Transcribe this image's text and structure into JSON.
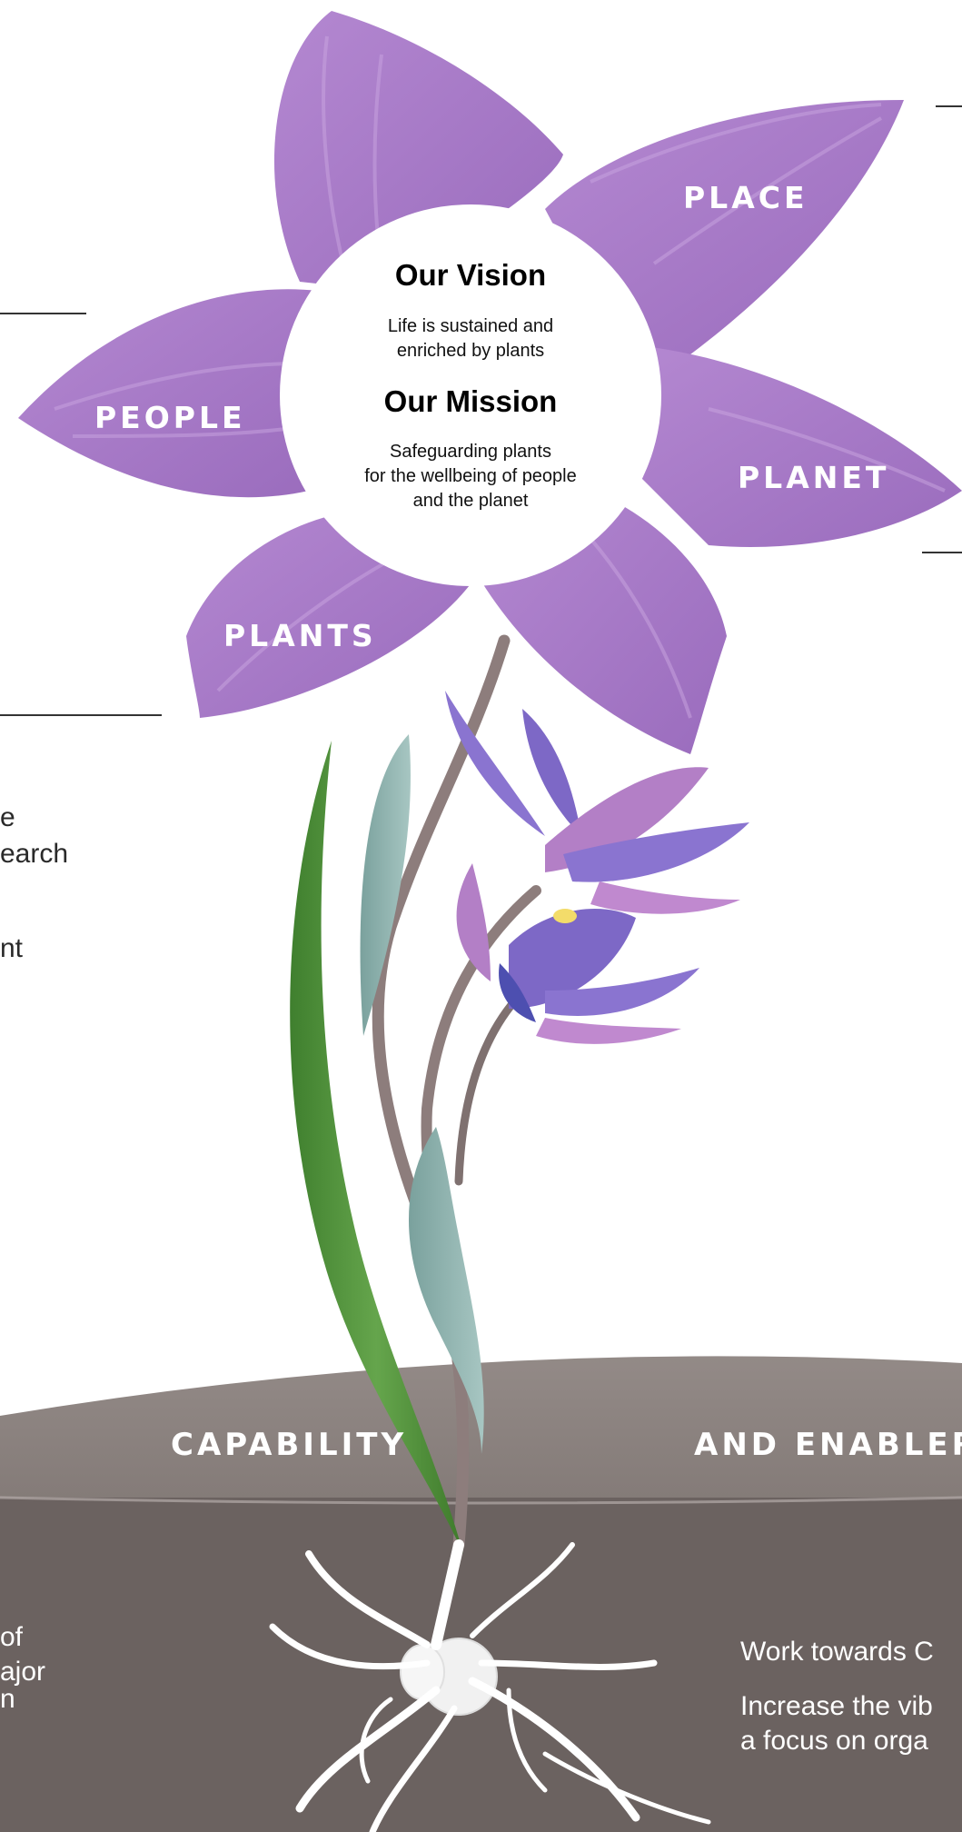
{
  "petals": {
    "place": "PLACE",
    "people": "PEOPLE",
    "planet": "PLANET",
    "plants": "PLANTS"
  },
  "center": {
    "vision_heading": "Our Vision",
    "vision_line1": "Life is sustained and",
    "vision_line2": "enriched by plants",
    "mission_heading": "Our Mission",
    "mission_line1": "Safeguarding plants",
    "mission_line2": "for the wellbeing of people",
    "mission_line3": "and the planet"
  },
  "ground": {
    "left_label": "CAPABILITY",
    "right_label": "AND ENABLER"
  },
  "left_fragments": {
    "line1": "e",
    "line2": "earch",
    "line3": "nt"
  },
  "bottom_left_fragments": {
    "line1": "of",
    "line2": "ajor",
    "line3": "n"
  },
  "bottom_right_text": {
    "line1": "Work towards C",
    "line2": "Increase the vib",
    "line3": "a focus on orga"
  },
  "colors": {
    "petal": "#a57ac7",
    "petal_dark": "#8e5fb3",
    "ground_top": "#8a817e",
    "ground_bottom": "#6b6260",
    "stem": "#8d7d7c",
    "leaf_green": "#4f8e3a",
    "leaf_teal": "#8fb3b0",
    "small_flower": "#8a74d0",
    "small_flower_pink": "#b37fc6",
    "roots": "#ffffff"
  }
}
